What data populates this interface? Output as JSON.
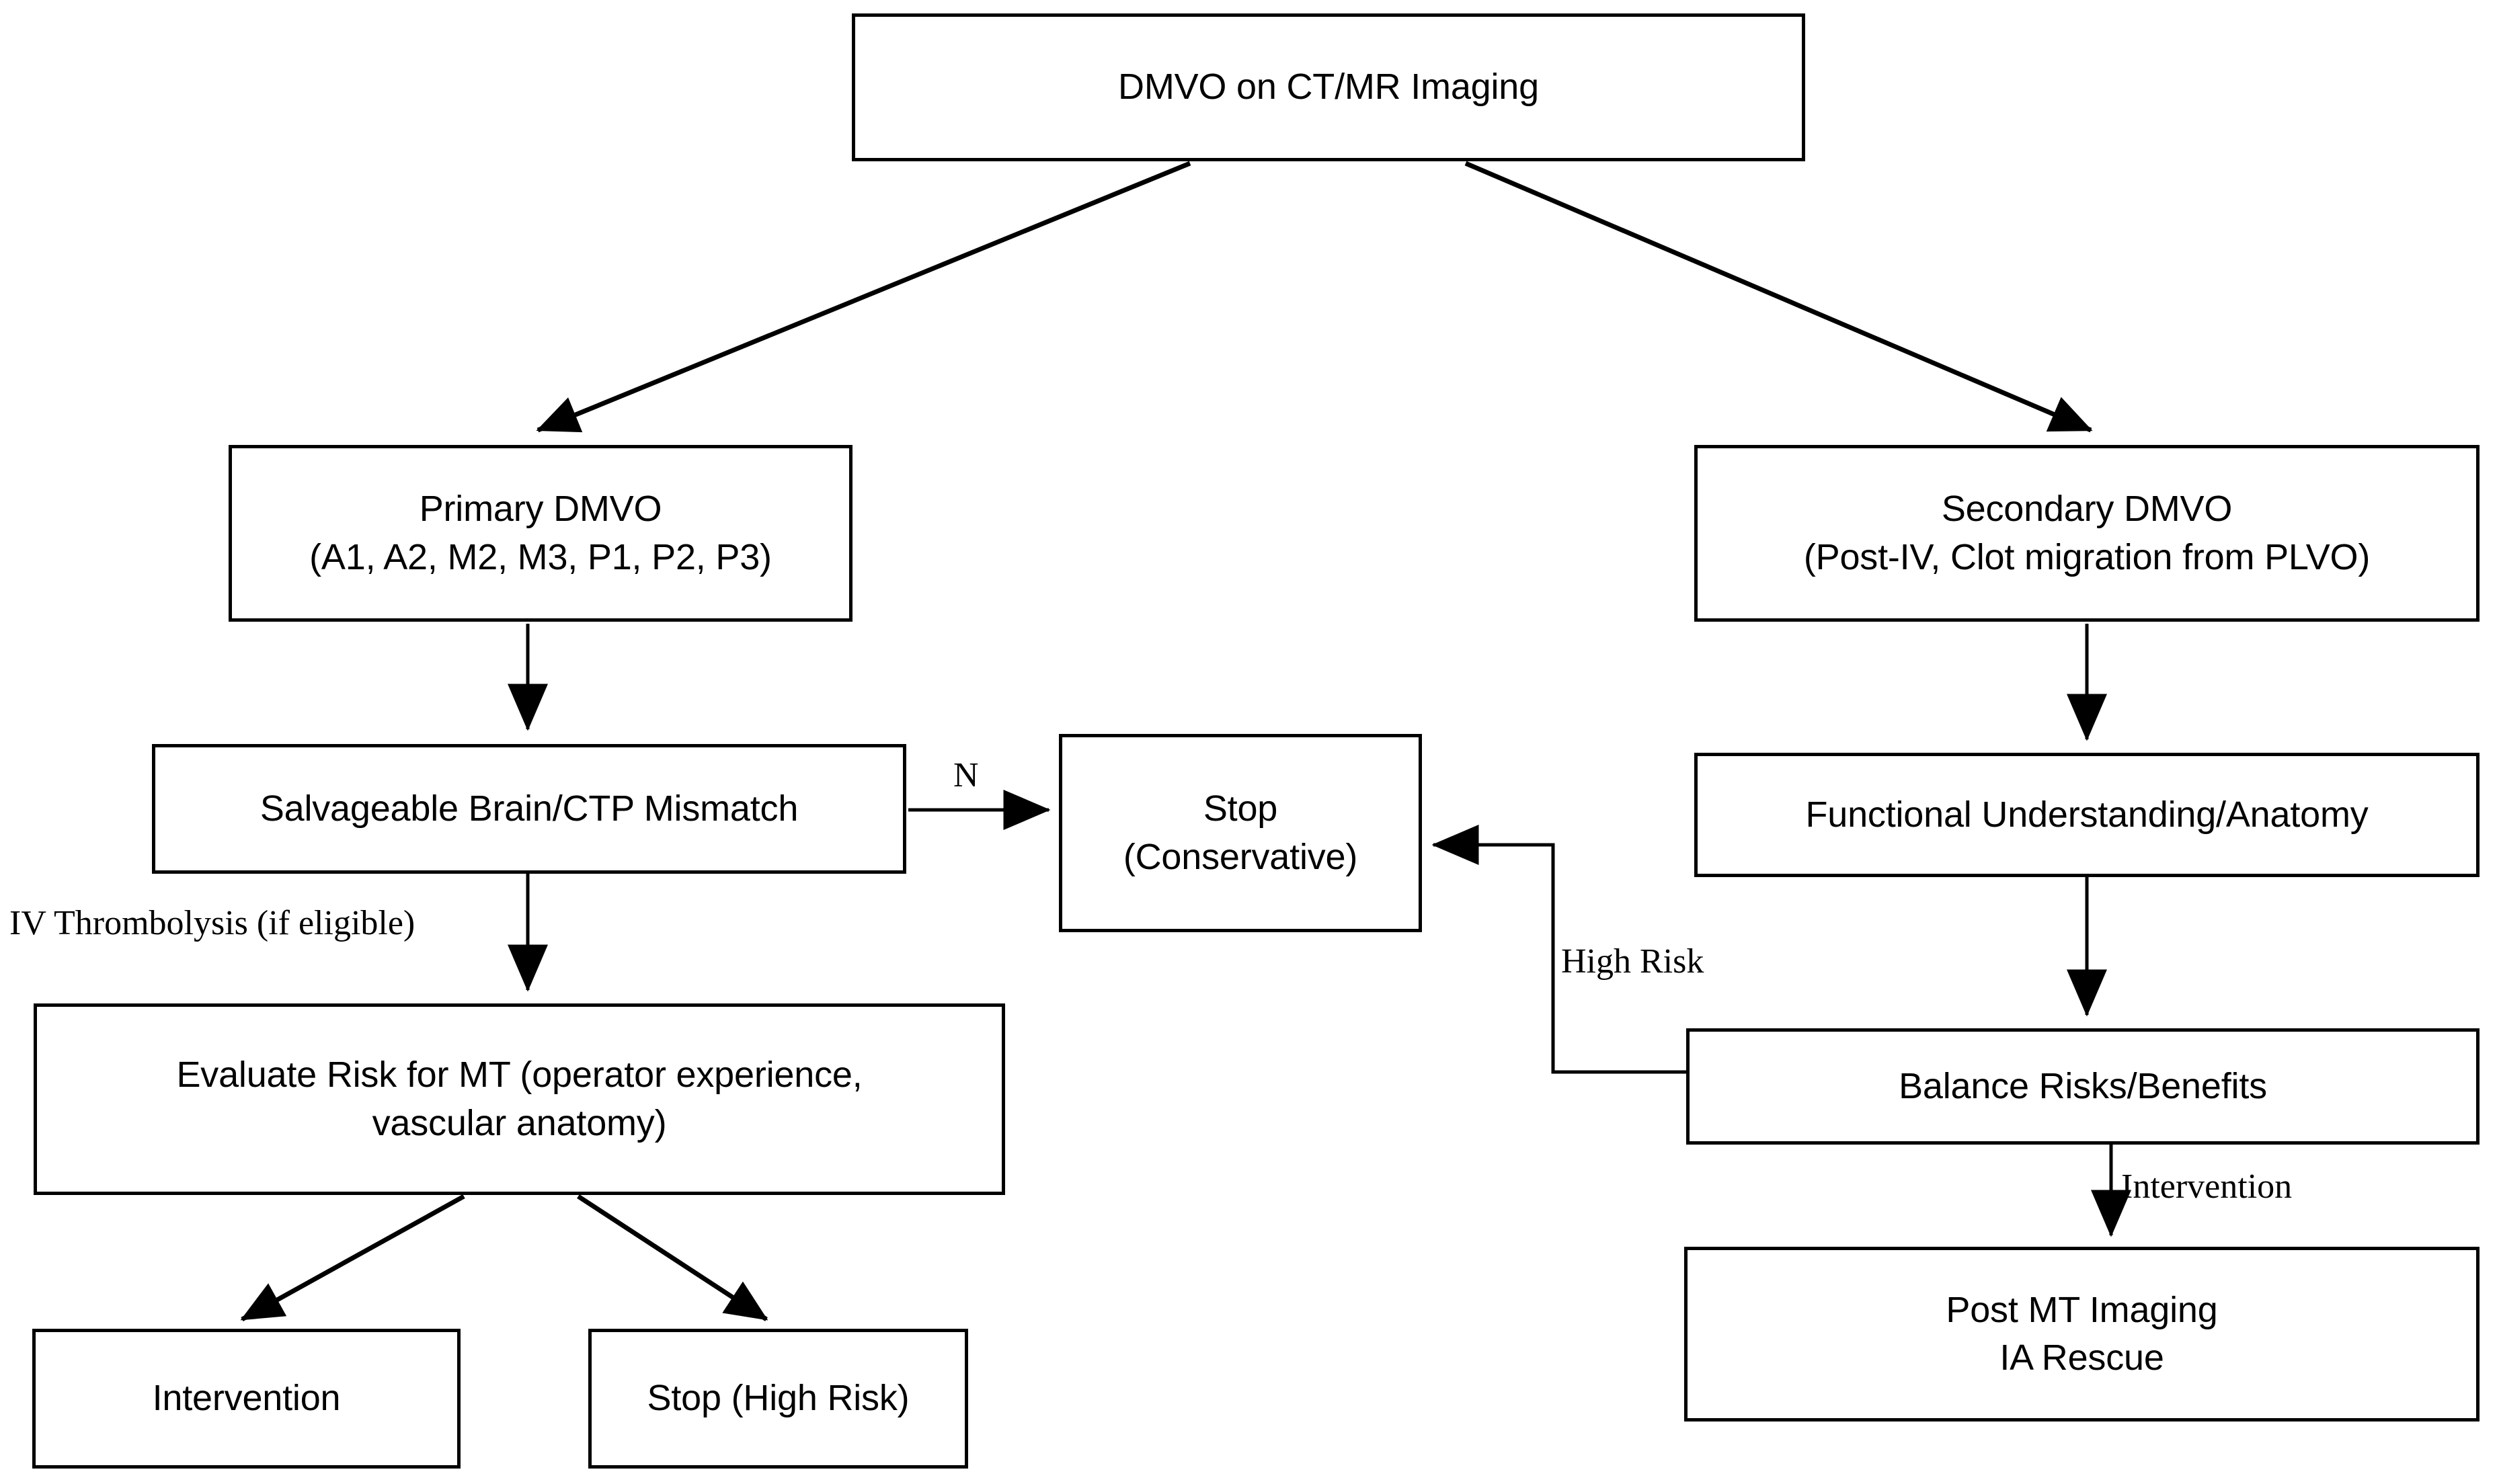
{
  "diagram": {
    "title": "DMVO Management Flowchart",
    "stroke_color": "#000000",
    "background_color": "#ffffff",
    "box_fill": "#ffffff"
  },
  "nodes": {
    "root": {
      "id": "dmvo-imaging",
      "lines": [
        "DMVO on CT/MR Imaging"
      ]
    },
    "primary_dmvo": {
      "id": "primary-dmvo",
      "lines": [
        "Primary DMVO",
        "(A1, A2, M2, M3, P1, P2, P3)"
      ]
    },
    "secondary_dmvo": {
      "id": "secondary-dmvo",
      "lines": [
        "Secondary DMVO",
        "(Post-IV, Clot migration from PLVO)"
      ]
    },
    "salvageable": {
      "id": "salvageable-brain",
      "lines": [
        "Salvageable Brain/CTP Mismatch"
      ]
    },
    "stop_conservative": {
      "id": "stop-conservative",
      "lines": [
        "Stop",
        "(Conservative)"
      ]
    },
    "functional": {
      "id": "functional-understanding",
      "lines": [
        "Functional Understanding/Anatomy"
      ]
    },
    "evaluate_risk": {
      "id": "evaluate-risk-mt",
      "lines": [
        "Evaluate Risk for MT (operator experience,",
        "vascular anatomy)"
      ]
    },
    "balance": {
      "id": "balance-risks-benefits",
      "lines": [
        "Balance Risks/Benefits"
      ]
    },
    "intervention": {
      "id": "intervention",
      "lines": [
        "Intervention"
      ]
    },
    "stop_high_risk": {
      "id": "stop-high-risk",
      "lines": [
        "Stop (High Risk)"
      ]
    },
    "post_mt": {
      "id": "post-mt-imaging",
      "lines": [
        "Post MT Imaging",
        "IA Rescue"
      ]
    }
  },
  "edge_labels": {
    "n": "N",
    "iv_thrombolysis": "IV Thrombolysis (if eligible)",
    "high_risk": "High Risk",
    "intervention": "Intervention"
  }
}
